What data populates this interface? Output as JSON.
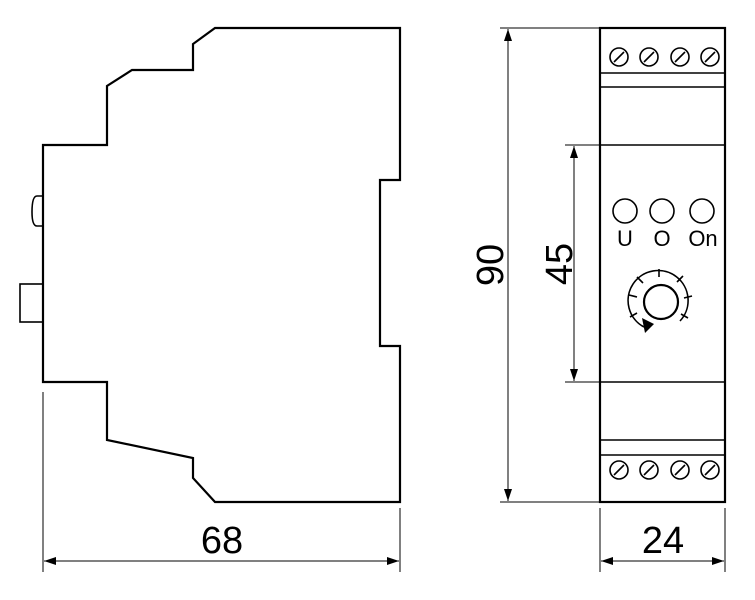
{
  "dimensions": {
    "width": "68",
    "height": "90",
    "inner_height": "45",
    "front_width": "24"
  },
  "indicators": [
    {
      "label": "U"
    },
    {
      "label": "O"
    },
    {
      "label": "On"
    }
  ]
}
